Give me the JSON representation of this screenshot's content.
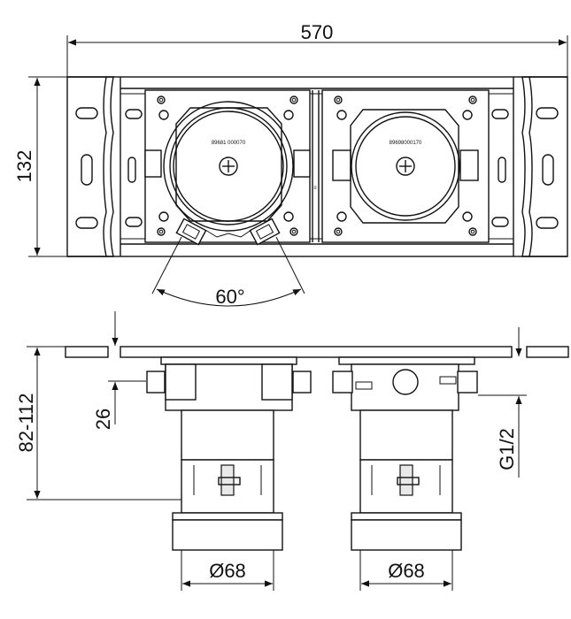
{
  "dimensions": {
    "overall_width": "570",
    "height_top": "132",
    "angle": "60°",
    "depth_range": "82-112",
    "offset": "26",
    "thread": "G1/2",
    "diameter_left": "Ø68",
    "diameter_right": "Ø68"
  },
  "labels": {
    "left_module_code": "89681 000070",
    "right_module_code": "89698000170",
    "center_mark": "≡"
  }
}
